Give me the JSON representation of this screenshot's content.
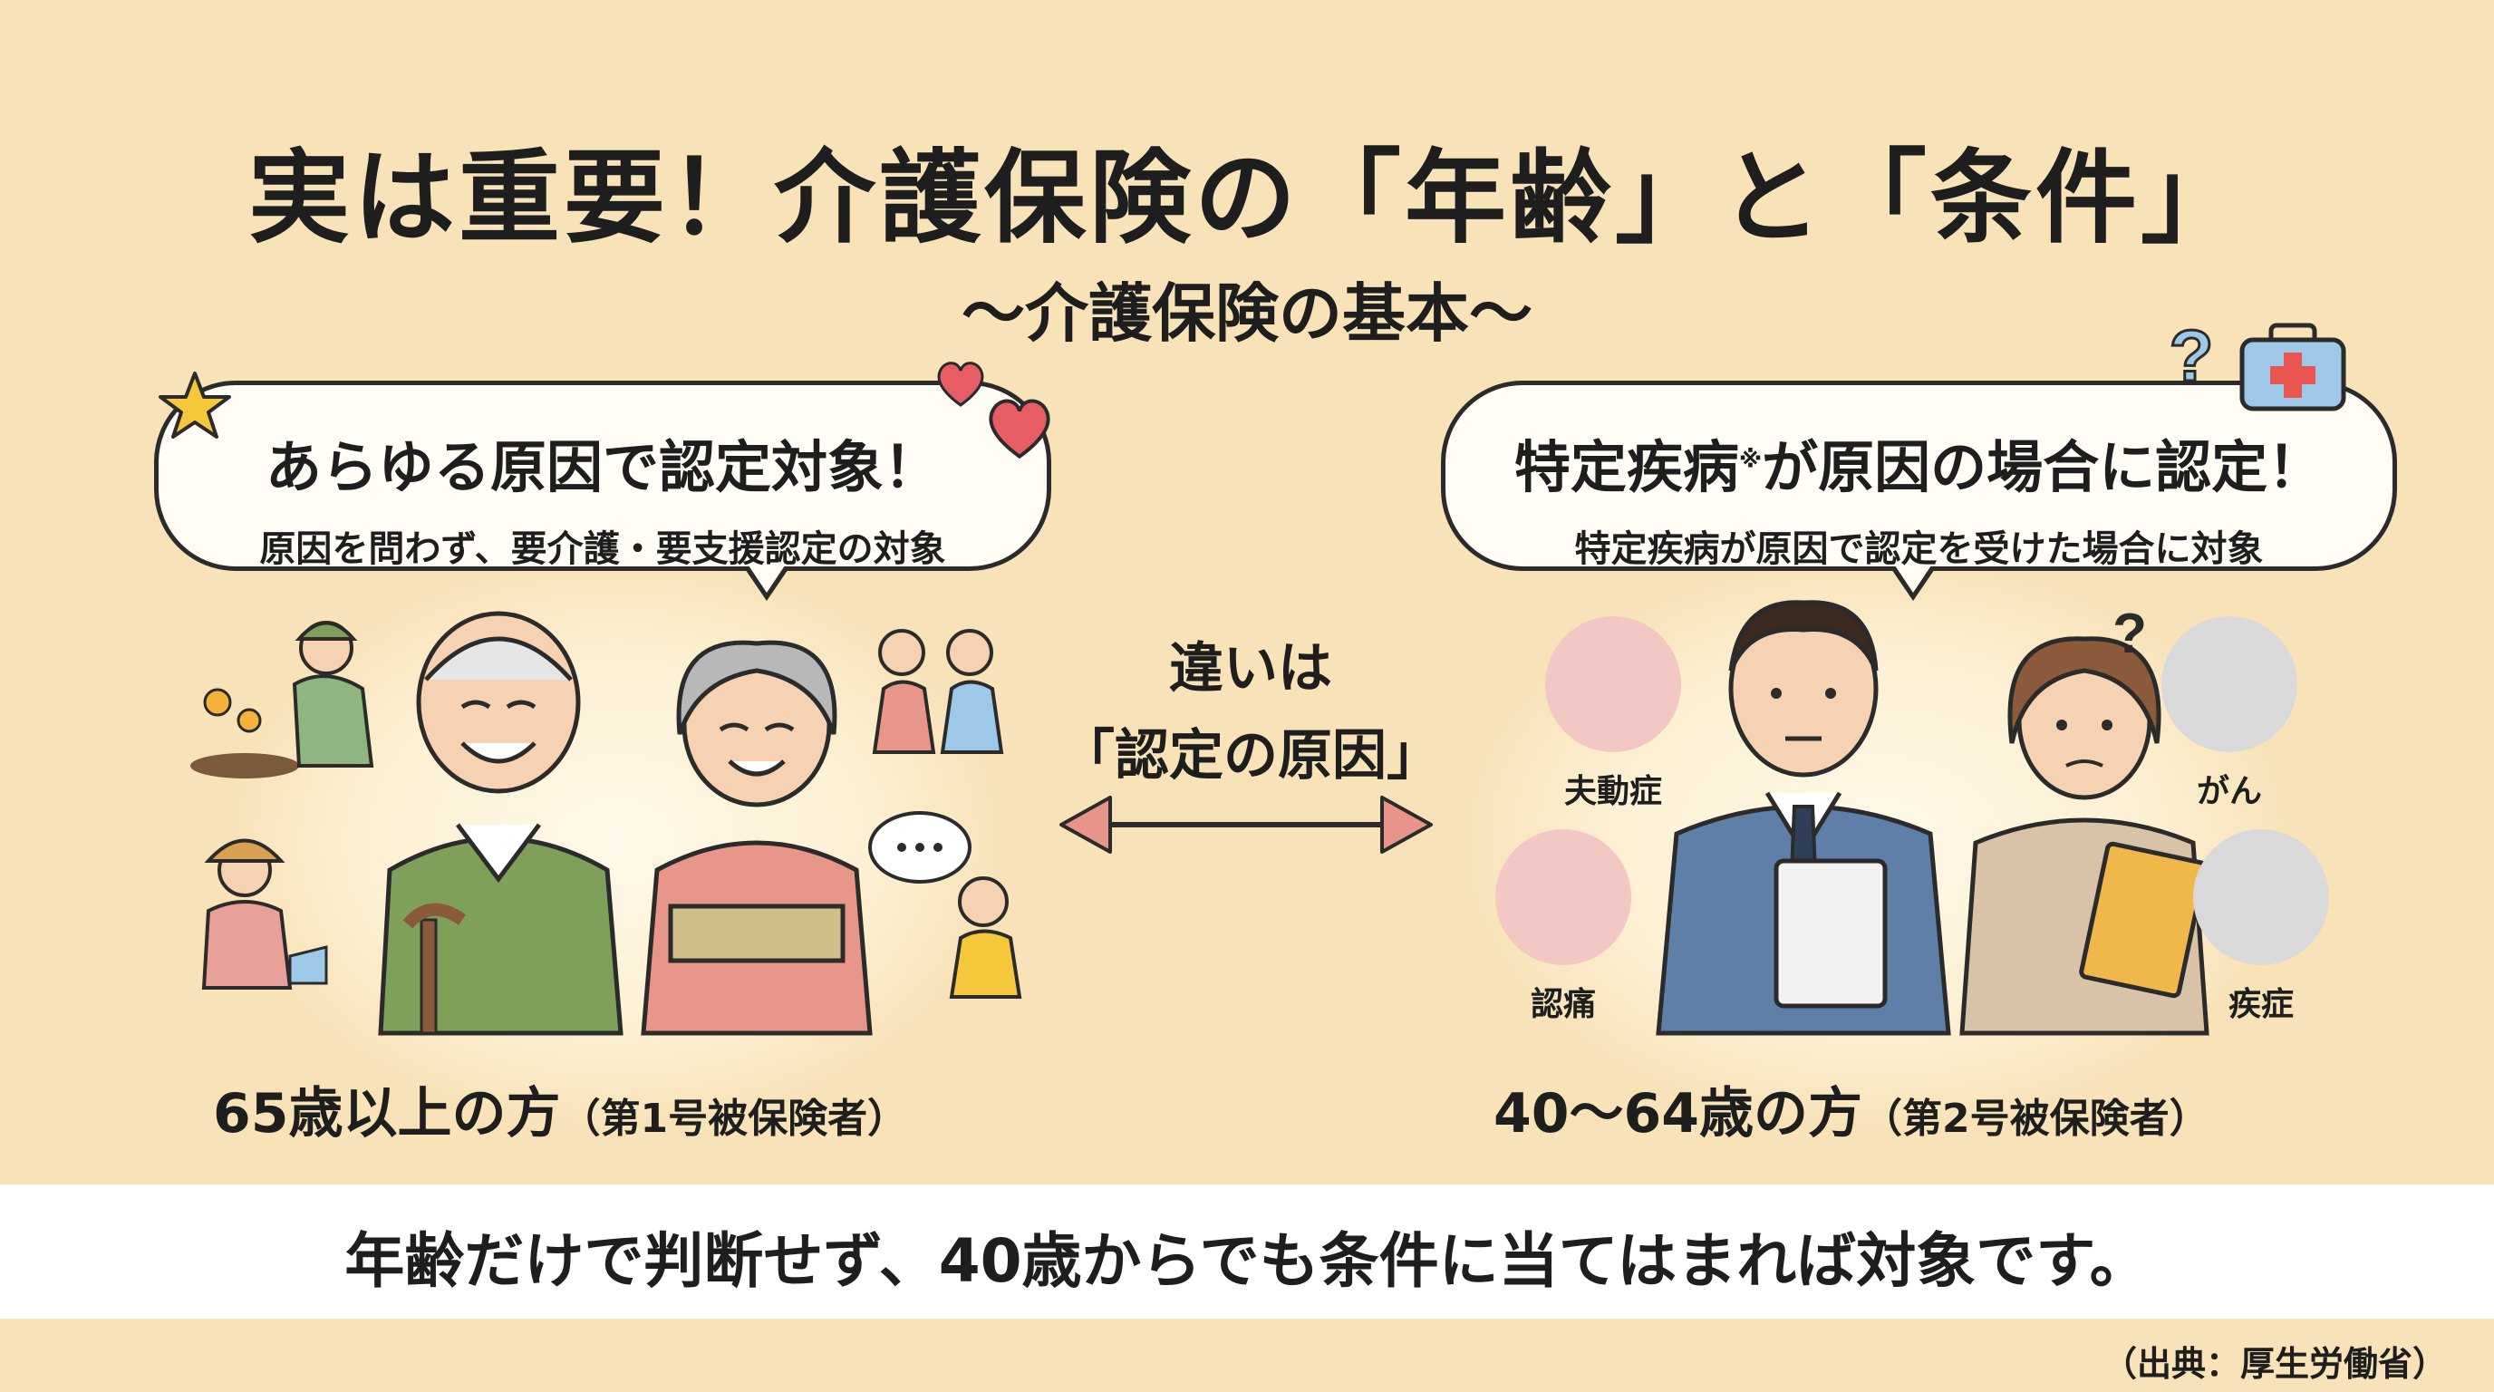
{
  "header": {
    "title": "実は重要！介護保険の「年齢」と「条件」",
    "subtitle": "〜介護保険の基本〜"
  },
  "left": {
    "bubble_main": "あらゆる原因で認定対象！",
    "bubble_sub": "原因を問わず、要介護・要支援認定の対象",
    "age_big": "65歳以上の方",
    "age_small": "（第1号被保険者）"
  },
  "center": {
    "line1": "違いは",
    "line2": "「認定の原因」"
  },
  "right": {
    "bubble_main": "特定疾病",
    "bubble_note_mark": "※",
    "bubble_main_rest": "が原因の場合に認定！",
    "bubble_sub": "特定疾病が原因で認定を受けた場合に対象",
    "age_big": "40〜64歳の方",
    "age_small": "（第2号被保険者）",
    "diseases": [
      "夫動症",
      "がん",
      "認痛",
      "疾症"
    ]
  },
  "footer": {
    "message": "年齢だけで判断せず、40歳からでも条件に当てはまれば対象です。",
    "source": "（出典：厚生労働省）"
  },
  "colors": {
    "background": "#f8e3b8",
    "arrow": "#e8948a",
    "heart": "#e85d63",
    "star": "#f5c83c"
  }
}
